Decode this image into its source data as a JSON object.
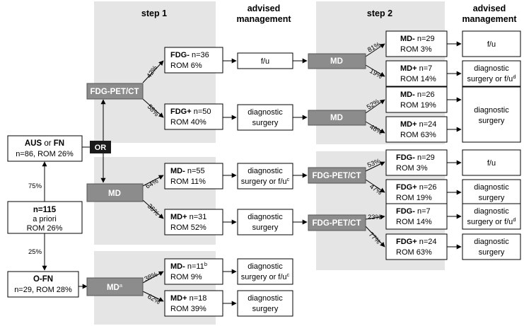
{
  "headers": {
    "step1": "step 1",
    "advised_line1": "advised",
    "advised_line2": "management",
    "step2": "step 2"
  },
  "root": {
    "title": "n=115",
    "line2": "a priori",
    "line3": "ROM 26%"
  },
  "aus": {
    "bold1": "AUS",
    "mid": " or ",
    "bold2": "FN",
    "line2": "n=86, ROM 26%"
  },
  "ofn": {
    "title": "O-FN",
    "line2": "n=29, ROM 28%"
  },
  "or_label": "OR",
  "pct": {
    "root_aus": "75%",
    "root_ofn": "25%",
    "pet_neg": "42%",
    "pet_pos": "58%",
    "md_neg": "64%",
    "md_pos": "36%",
    "ofn_neg": "38%",
    "ofn_pos": "62%",
    "s2a_neg": "81%",
    "s2a_pos": "19%",
    "s2b_neg": "52%",
    "s2b_pos": "48%",
    "s2c_neg": "53%",
    "s2c_pos": "47%",
    "s2d_neg": "23%",
    "s2d_pos": "77%"
  },
  "step1_tests": {
    "pet": "FDG-PET/CT",
    "md": "MD",
    "md_ofn": "MD",
    "md_ofn_sup": "a"
  },
  "step1_results": {
    "fdg_neg": {
      "label": "FDG-",
      "n": " n=36",
      "rom": "ROM 6%"
    },
    "fdg_pos": {
      "label": "FDG+",
      "n": " n=50",
      "rom": "ROM 40%"
    },
    "md_neg": {
      "label": "MD-",
      "n": " n=55",
      "rom": "ROM 11%"
    },
    "md_pos": {
      "label": "MD+",
      "n": " n=31",
      "rom": "ROM 52%"
    },
    "ofn_neg": {
      "label": "MD-",
      "n": " n=11",
      "sup": "b",
      "rom": "ROM 9%"
    },
    "ofn_pos": {
      "label": "MD+",
      "n": " n=18",
      "rom": "ROM 39%"
    }
  },
  "step1_mgmt": {
    "fu": "f/u",
    "surg1_l1": "diagnostic",
    "surg1_l2": "surgery",
    "mixed1_l1": "diagnostic",
    "mixed1_l2": "surgery or f/u",
    "mixed1_sup": "c",
    "surg2_l1": "diagnostic",
    "surg2_l2": "surgery",
    "mixed2_l1": "diagnostic",
    "mixed2_l2": "surgery or f/u",
    "mixed2_sup": "c",
    "surg3_l1": "diagnostic",
    "surg3_l2": "surgery"
  },
  "step2_tests": {
    "md1": "MD",
    "md2": "MD",
    "pet1": "FDG-PET/CT",
    "pet2": "FDG-PET/CT"
  },
  "step2_results": {
    "a_neg": {
      "label": "MD-",
      "n": " n=29",
      "rom": "ROM 3%"
    },
    "a_pos": {
      "label": "MD+",
      "n": " n=7",
      "rom": "ROM 14%"
    },
    "b_neg": {
      "label": "MD-",
      "n": " n=26",
      "rom": "ROM 19%"
    },
    "b_pos": {
      "label": "MD+",
      "n": " n=24",
      "rom": "ROM 63%"
    },
    "c_neg": {
      "label": "FDG-",
      "n": " n=29",
      "rom": "ROM 3%"
    },
    "c_pos": {
      "label": "FDG+",
      "n": " n=26",
      "rom": "ROM 19%"
    },
    "d_neg": {
      "label": "FDG-",
      "n": " n=7",
      "rom": "ROM 14%"
    },
    "d_pos": {
      "label": "FDG+",
      "n": " n=24",
      "rom": "ROM 63%"
    }
  },
  "step2_mgmt": {
    "fu1": "f/u",
    "mixed_l1": "diagnostic",
    "mixed_l2": "surgery or f/u",
    "mixed_sup": "d",
    "surg_b_l1": "diagnostic",
    "surg_b_l2": "surgery",
    "fu2": "f/u",
    "surg_c_l1": "diagnostic",
    "surg_c_l2": "surgery",
    "mixed2_l1": "diagnostic",
    "mixed2_l2": "surgery or f/u",
    "mixed2_sup": "d",
    "surg_d_l1": "diagnostic",
    "surg_d_l2": "surgery"
  },
  "colors": {
    "panel": "#e5e5e5",
    "test_box": "#8c8c8c",
    "or_box": "#1a1a1a",
    "line": "#000000"
  }
}
